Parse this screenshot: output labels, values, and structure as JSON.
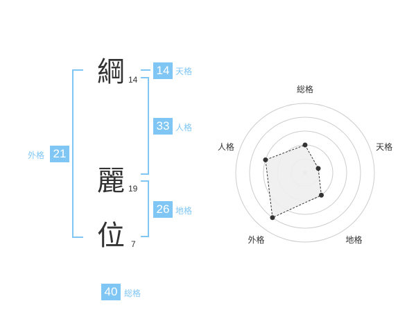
{
  "name_chars": [
    {
      "char": "綱",
      "strokes": "14"
    },
    {
      "char": "麗",
      "strokes": "19"
    },
    {
      "char": "位",
      "strokes": "7"
    }
  ],
  "kaku": {
    "tenkaku": {
      "value": "14",
      "label": "天格"
    },
    "jinkaku": {
      "value": "33",
      "label": "人格"
    },
    "chikaku": {
      "value": "26",
      "label": "地格"
    },
    "gaikaku": {
      "value": "21",
      "label": "外格"
    },
    "soukaku": {
      "value": "40",
      "label": "総格"
    }
  },
  "colors": {
    "accent": "#7fc6f5",
    "text": "#333333",
    "grid": "#cccccc",
    "fill": "#eeeeee"
  },
  "chart_data": {
    "type": "radar",
    "axes": [
      "総格",
      "天格",
      "地格",
      "外格",
      "人格"
    ],
    "values": [
      2,
      1,
      2,
      4,
      3
    ],
    "rmax": 5,
    "grid": true
  }
}
